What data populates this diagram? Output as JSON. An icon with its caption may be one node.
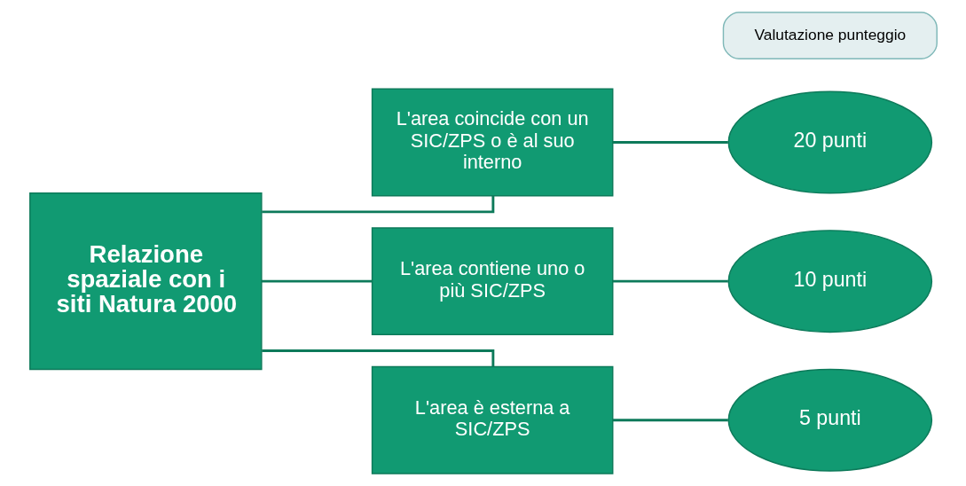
{
  "diagram": {
    "nodes": [
      {
        "text": [
          "Relazione spaziale con i siti Natura 2000"
        ]
      },
      {
        "text": [
          "L'area coincide con un SIC/ZPS o è al suo interno"
        ]
      },
      {
        "text": [
          "L'area contiene uno o più SIC/ZPS"
        ]
      },
      {
        "text": [
          "L'area è esterna a SIC/ZPS"
        ]
      },
      {
        "text": [
          "20 punti"
        ]
      },
      {
        "text": [
          "10 punti"
        ]
      },
      {
        "text": [
          "5 punti"
        ]
      },
      {
        "text": [
          "Valutazione punteggio"
        ]
      }
    ],
    "edges": [
      {
        "from": 0,
        "to": 1,
        "arrow": "none"
      },
      {
        "from": 0,
        "to": 2,
        "arrow": "none"
      },
      {
        "from": 0,
        "to": 3,
        "arrow": "none"
      },
      {
        "from": 1,
        "to": 4,
        "arrow": "none"
      },
      {
        "from": 2,
        "to": 5,
        "arrow": "none"
      },
      {
        "from": 3,
        "to": 6,
        "arrow": "none"
      }
    ]
  }
}
